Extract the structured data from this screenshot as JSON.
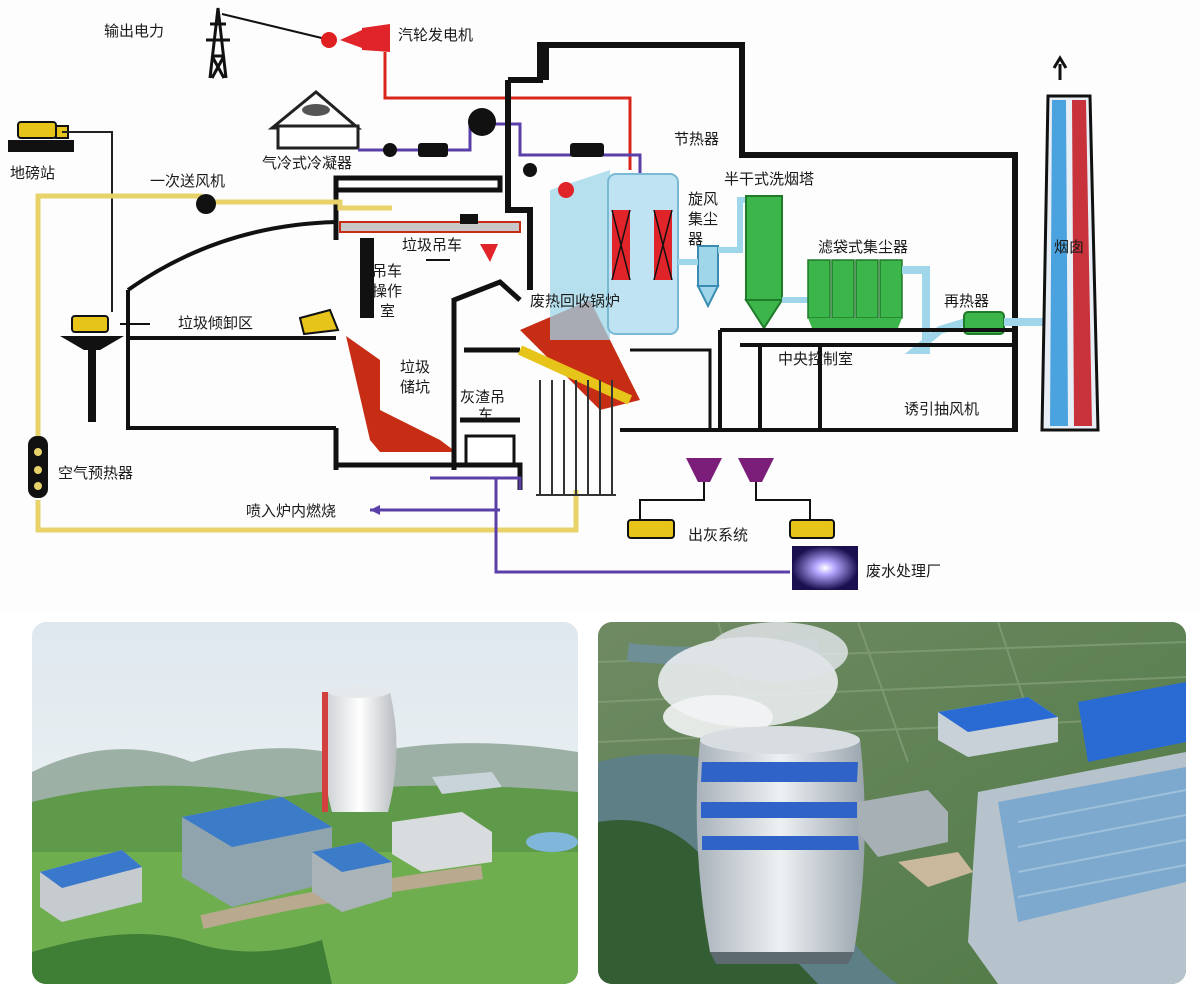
{
  "diagram": {
    "labels": {
      "power_output": "输出电力",
      "turbine_generator": "汽轮发电机",
      "air_cooled_condenser": "气冷式冷凝器",
      "weighbridge": "地磅站",
      "primary_fan": "一次送风机",
      "garbage_crane": "垃圾吊车",
      "crane_room_1": "吊车",
      "crane_room_2": "操作",
      "crane_room_3": "室",
      "dump_area": "垃圾倾卸区",
      "storage_pit_1": "垃圾",
      "storage_pit_2": "储坑",
      "waste_heat_boiler": "废热回收锅炉",
      "ash_crane_1": "灰渣吊",
      "ash_crane_2": "车",
      "air_preheater": "空气预热器",
      "spray_into_furnace": "喷入炉内燃烧",
      "economizer": "节热器",
      "semi_dry_scrubber": "半干式洗烟塔",
      "cyclone_1": "旋风",
      "cyclone_2": "集尘",
      "cyclone_3": "器",
      "bag_filter": "滤袋式集尘器",
      "reheater": "再热器",
      "chimney": "烟囱",
      "central_control": "中央控制室",
      "induced_fan": "诱引抽风机",
      "ash_system": "出灰系统",
      "wastewater_plant": "废水处理厂"
    },
    "colors": {
      "steam_line": "#d9261c",
      "water_line": "#5a3fa8",
      "air_line": "#e8d36a",
      "structure": "#111111",
      "pit_fill": "#c62d14",
      "filter_green": "#3cb54a",
      "scrubber_cyan": "#9fd6ea",
      "chimney_blue": "#4aa3df",
      "chimney_red": "#c8323a"
    }
  }
}
